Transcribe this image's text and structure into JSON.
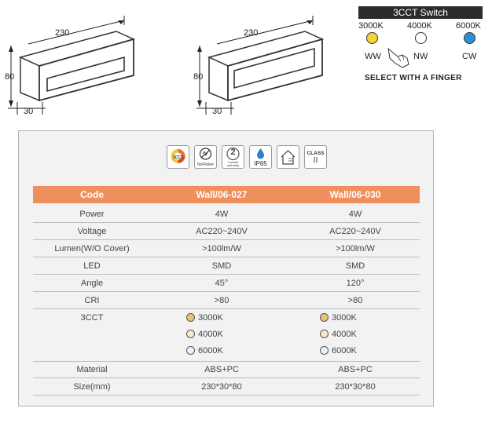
{
  "drawings": [
    {
      "width_label": "230",
      "height_label": "80",
      "depth_label": "30"
    },
    {
      "width_label": "230",
      "height_label": "80",
      "depth_label": "30"
    }
  ],
  "switch": {
    "title": "3CCT Switch",
    "options": [
      {
        "temp": "3000K",
        "code": "WW",
        "color": "#f3d43a"
      },
      {
        "temp": "4000K",
        "code": "NW",
        "color": "#ffffff"
      },
      {
        "temp": "6000K",
        "code": "CW",
        "color": "#2f8fd6"
      }
    ],
    "caption": "SELECT WITH A FINGER"
  },
  "badges": {
    "cct": "3CCT",
    "noflicker": "NoFlicker",
    "warranty_num": "2",
    "warranty_text": "2 years warranty",
    "ip": "IP65",
    "class": "CLASS",
    "class_num": "II"
  },
  "table": {
    "header": [
      "Code",
      "Wall/06-027",
      "Wall/06-030"
    ],
    "rows": [
      [
        "Power",
        "4W",
        "4W"
      ],
      [
        "Voltage",
        "AC220~240V",
        "AC220~240V"
      ],
      [
        "Lumen(W/O Cover)",
        ">100lm/W",
        ">100lm/W"
      ],
      [
        "LED",
        "SMD",
        "SMD"
      ],
      [
        "Angle",
        "45°",
        "120°"
      ],
      [
        "CRI",
        ">80",
        ">80"
      ]
    ],
    "cct_label": "3CCT",
    "cct_options": [
      {
        "temp": "3000K",
        "color": "#e9c27d"
      },
      {
        "temp": "4000K",
        "color": "#f7e9c6"
      },
      {
        "temp": "6000K",
        "color": "#e8f3fb"
      }
    ],
    "rows_after": [
      [
        "Material",
        "ABS+PC",
        "ABS+PC"
      ],
      [
        "Size(mm)",
        "230*30*80",
        "230*30*80"
      ]
    ]
  }
}
